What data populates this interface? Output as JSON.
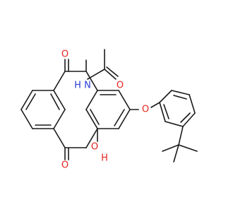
{
  "atom_labels": {
    "amide_N": "N",
    "amide_H": "H",
    "amide_O": "O",
    "ether_O": "O",
    "ketone_O_top": "O",
    "ketone_O_bottom": "O",
    "hydroxyl_O": "O",
    "hydroxyl_H": "H"
  },
  "colors": {
    "bond": "#1a1a1a",
    "oxygen": "#e8231e",
    "nitrogen": "#2b3ed6",
    "background": "#ffffff"
  }
}
